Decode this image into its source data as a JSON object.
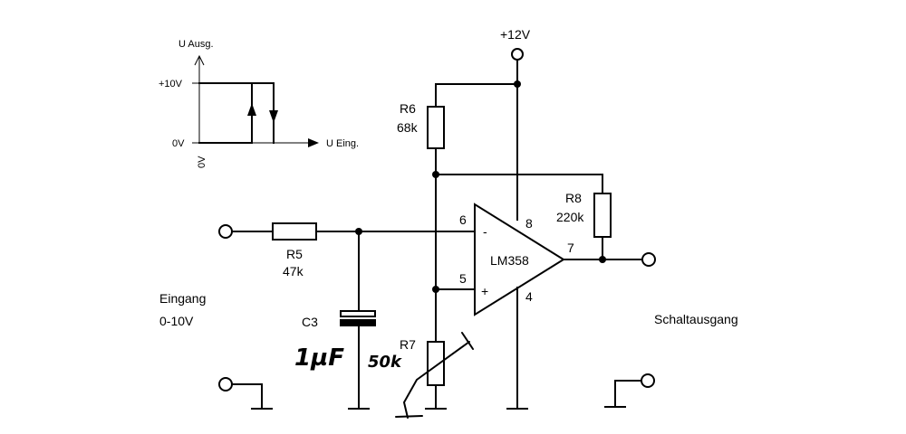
{
  "graph": {
    "y_axis_label": "U Ausg.",
    "x_axis_label": "U Eing.",
    "y_high_tick": "+10V",
    "y_zero_tick": "0V",
    "x_zero_tick": "0V"
  },
  "supply": {
    "label": "+12V"
  },
  "opamp": {
    "name": "LM358",
    "pin_inverting": "6",
    "pin_noninverting": "5",
    "pin_output": "7",
    "pin_vplus": "8",
    "pin_gnd": "4",
    "minus_sign": "-",
    "plus_sign": "+"
  },
  "components": {
    "r6": {
      "name": "R6",
      "value": "68k"
    },
    "r8": {
      "name": "R8",
      "value": "220k"
    },
    "r5": {
      "name": "R5",
      "value": "47k"
    },
    "r7": {
      "name": "R7",
      "handwritten_value": "50k"
    },
    "c3": {
      "name": "C3",
      "handwritten_value": "1µF"
    }
  },
  "input": {
    "label": "Eingang",
    "range": "0-10V"
  },
  "output": {
    "label": "Schaltausgang"
  }
}
